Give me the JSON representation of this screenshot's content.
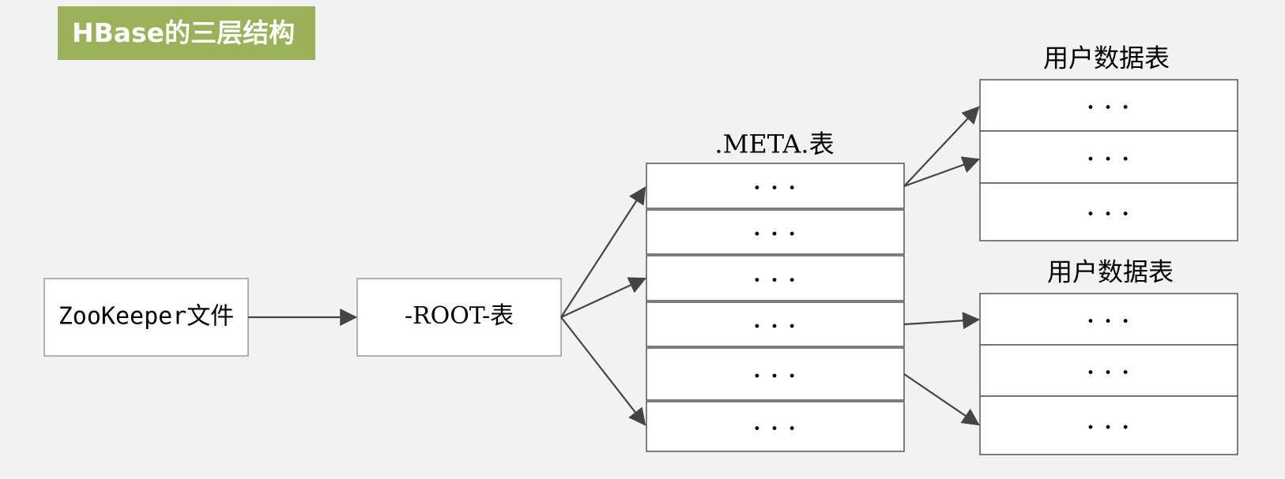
{
  "title": "HBase的三层结构",
  "zookeeper": {
    "label": "ZooKeeper文件"
  },
  "root_table": {
    "label": "-ROOT-表"
  },
  "meta_table": {
    "title": ".META.表",
    "rows": [
      "· · ·",
      "· · ·",
      "· · ·",
      "· · ·",
      "· · ·",
      "· · ·"
    ]
  },
  "user_table_1": {
    "title": "用户数据表",
    "rows": [
      "· · ·",
      "· · ·",
      "· · ·"
    ]
  },
  "user_table_2": {
    "title": "用户数据表",
    "rows": [
      "· · ·",
      "· · ·",
      "· · ·"
    ]
  },
  "colors": {
    "title_badge": "#9bb25a",
    "background": "#f2f2f2",
    "box_fill": "#ffffff",
    "line": "#444444"
  }
}
